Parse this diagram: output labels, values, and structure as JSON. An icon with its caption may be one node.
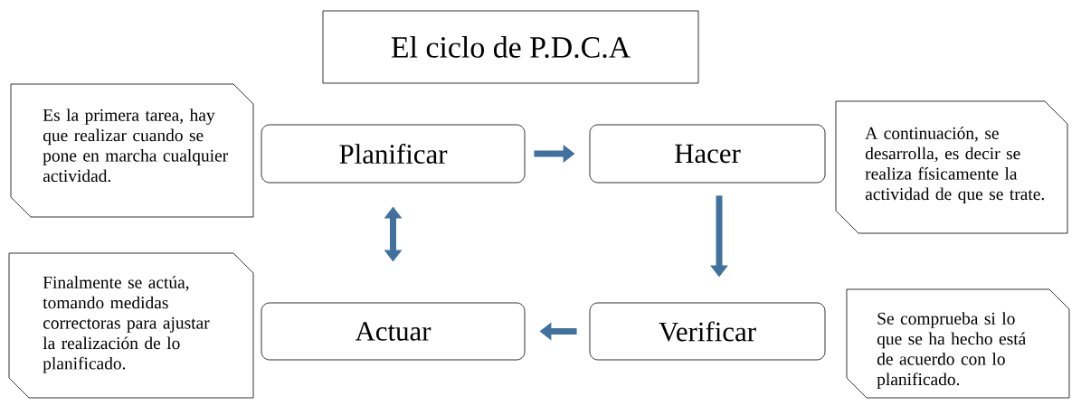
{
  "diagram": {
    "nodes": [
      {
        "text": [
          "El ciclo de P.D.C.A"
        ]
      },
      {
        "text": [
          "Es la primera tarea, hay que realizar cuando se pone en marcha cualquier actividad."
        ]
      },
      {
        "text": [
          "Planificar"
        ]
      },
      {
        "text": [
          "Hacer"
        ]
      },
      {
        "text": [
          "A continuación, se desarrolla, es decir se realiza físicamente la actividad de que se trate."
        ]
      },
      {
        "text": [
          "Finalmente se actúa, tomando medidas correctoras para ajustar la realización de lo planificado."
        ]
      },
      {
        "text": [
          "Actuar"
        ]
      },
      {
        "text": [
          "Verificar"
        ]
      },
      {
        "text": [
          "Se comprueba si lo que se ha hecho está de acuerdo con lo planificado."
        ]
      }
    ],
    "edges": [
      {
        "from": 2,
        "to": 3,
        "arrow": "to"
      },
      {
        "from": 3,
        "to": 7,
        "arrow": "to"
      },
      {
        "from": 7,
        "to": 6,
        "arrow": "to"
      },
      {
        "from": 2,
        "to": 6,
        "arrow": "both"
      }
    ]
  }
}
